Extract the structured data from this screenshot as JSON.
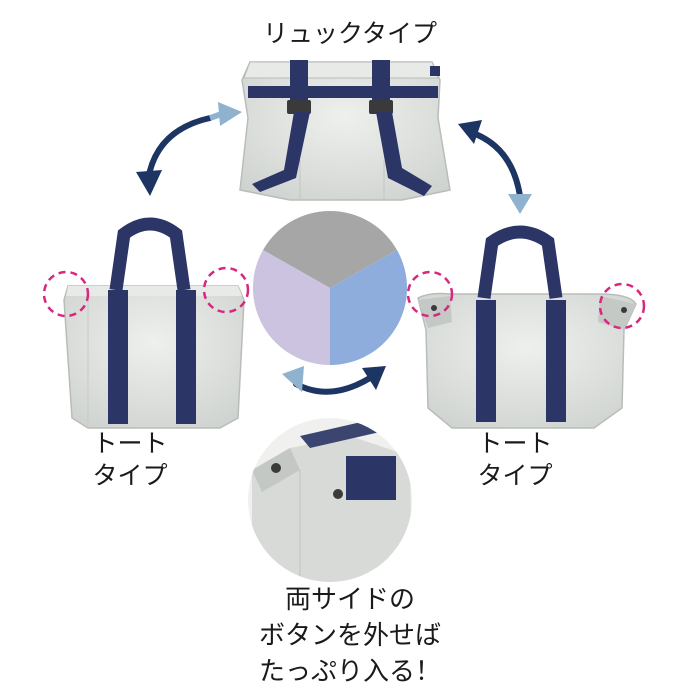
{
  "labels": {
    "backpack": "リュックタイプ",
    "tote_left": [
      "トート",
      "タイプ"
    ],
    "tote_right": [
      "トート",
      "タイプ"
    ],
    "side_buttons": [
      "両サイドの",
      "ボタンを外せば",
      "たっぷり入る！"
    ]
  },
  "colors": {
    "bag_body": "#dfe2de",
    "strap": "#2b3566",
    "arrow_dark": "#1d3563",
    "arrow_light": "#8fb3cf",
    "highlight_circle": "#d6287f",
    "wheel_top": "#a6a6a6",
    "wheel_left": "#cbc3df",
    "wheel_right": "#8eaddc"
  }
}
